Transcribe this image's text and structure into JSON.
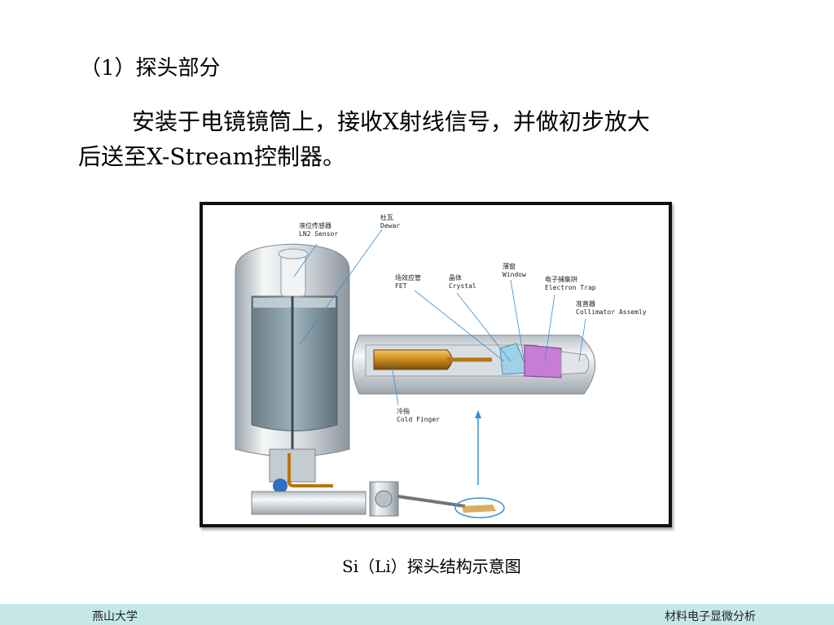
{
  "slide": {
    "heading": "（1）探头部分",
    "body_line1": "安装于电镜镜筒上，接收X射线信号，并做初步放大",
    "body_line2": "后送至X-Stream控制器。"
  },
  "figure": {
    "caption": "Si（Li）探头结构示意图",
    "labels": {
      "ln2_cn": "液位传感器",
      "ln2_en": "LN2 Sensor",
      "dewar_cn": "杜瓦",
      "dewar_en": "Dewar",
      "fet_cn": "场效应管",
      "fet_en": "FET",
      "crystal_cn": "晶体",
      "crystal_en": "Crystal",
      "window_cn": "薄窗",
      "window_en": "Window",
      "trap_cn": "电子捕集阱",
      "trap_en": "Electron Trap",
      "collimator_cn": "准直器",
      "collimator_en": "Collimator Assemly",
      "finger_cn": "冷指",
      "finger_en": "Cold Finger"
    }
  },
  "footer": {
    "left": "燕山大学",
    "right": "材料电子显微分析"
  },
  "colors": {
    "footer_bg": "#c5e7e7",
    "leader_line": "#3a8fd0"
  }
}
